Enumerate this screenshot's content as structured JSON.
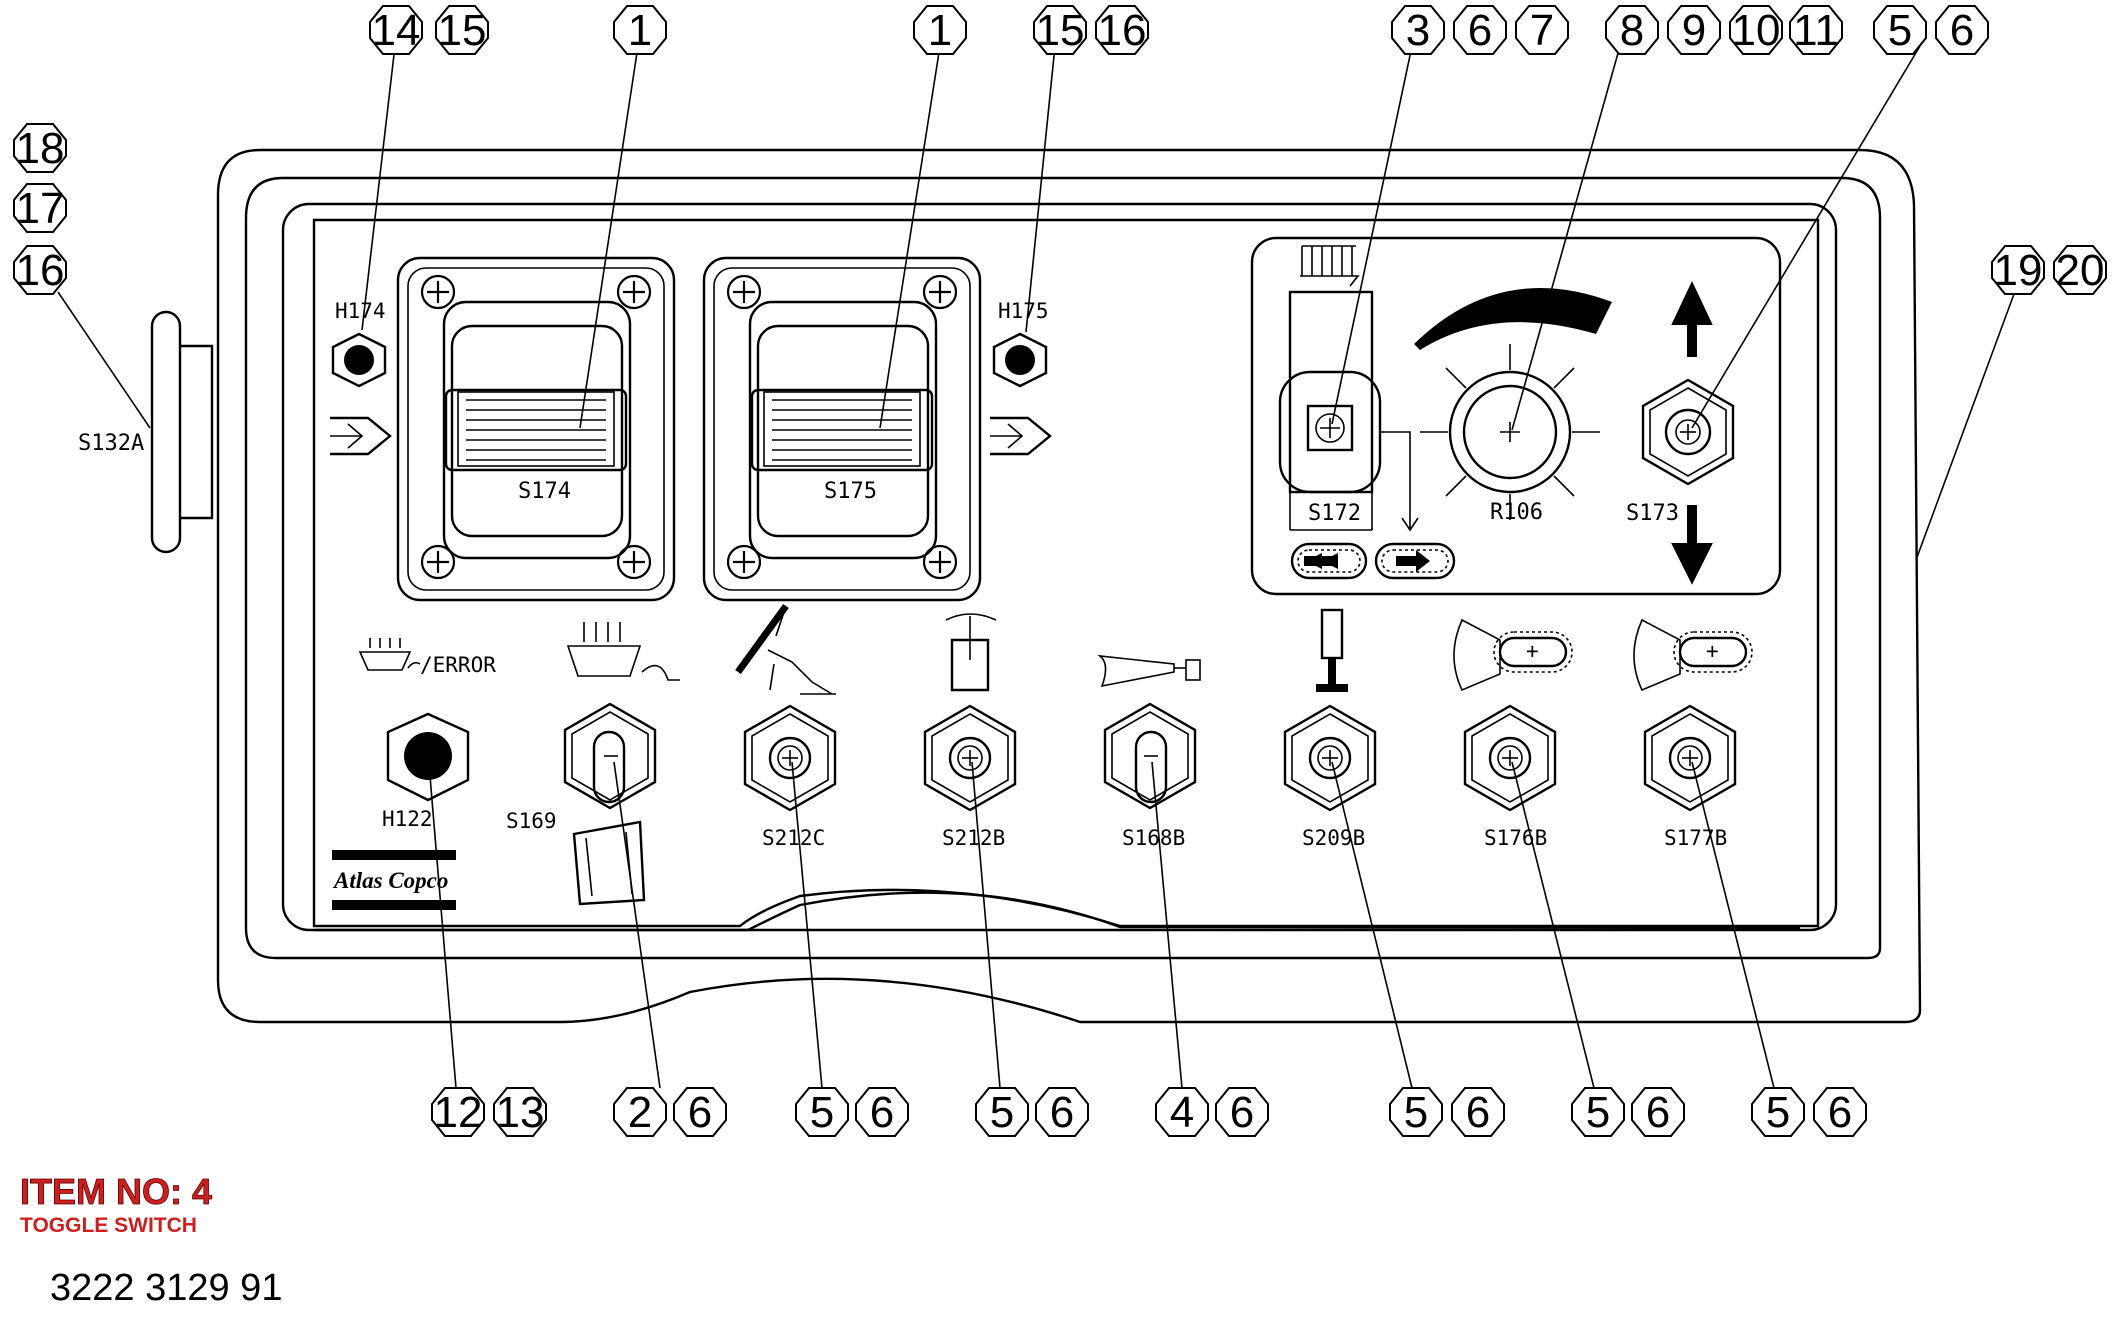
{
  "item_info": {
    "item_no": "ITEM NO: 4",
    "description": "TOGGLE SWITCH",
    "part_number": "3222 3129 91"
  },
  "brand": "Atlas Copco",
  "panel_labels": {
    "s132a": "S132A",
    "h174": "H174",
    "h175": "H175",
    "s174": "S174",
    "s175": "S175",
    "s172": "S172",
    "r106": "R106",
    "s173": "S173",
    "h122": "H122",
    "error": "/ERROR",
    "s169": "S169",
    "s212c": "S212C",
    "s212b": "S212B",
    "s168b": "S168B",
    "s209b": "S209B",
    "s176b": "S176B",
    "s177b": "S177B"
  },
  "callouts": {
    "top": [
      "14",
      "15",
      "1",
      "1",
      "15",
      "16",
      "3",
      "6",
      "7",
      "8",
      "9",
      "10",
      "11",
      "5",
      "6"
    ],
    "left": [
      "18",
      "17",
      "16"
    ],
    "right": [
      "19",
      "20"
    ],
    "bottom": [
      "12",
      "13",
      "2",
      "6",
      "5",
      "6",
      "5",
      "6",
      "4",
      "6",
      "5",
      "6",
      "5",
      "6",
      "5",
      "6"
    ]
  },
  "colors": {
    "line": "#000000",
    "item_label": "#cc1f1f"
  }
}
